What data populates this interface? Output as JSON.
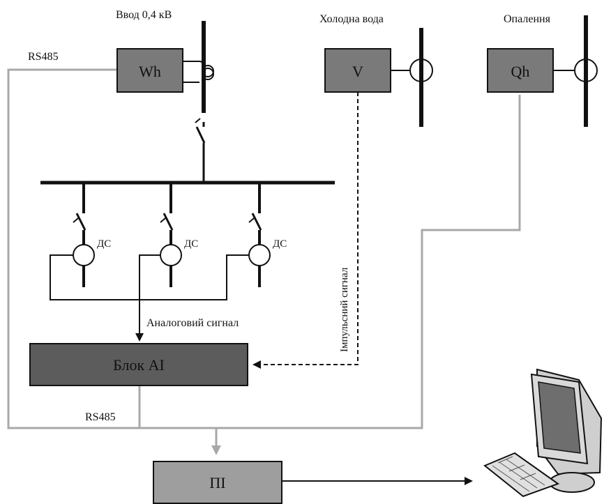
{
  "header": {
    "input_label": "Ввод 0,4 кВ",
    "cold_water_label": "Холодна вода",
    "heating_label": "Опалення"
  },
  "meters": {
    "electric": "Wh",
    "water": "V",
    "heat": "Qh"
  },
  "links": {
    "rs485_top": "RS485",
    "rs485_bottom": "RS485",
    "analog_signal": "Аналоговий сигнал",
    "pulse_signal": "Імпульсний сигнал"
  },
  "sensors": {
    "label": "ДС"
  },
  "blocks": {
    "ai_block": "Блок AI",
    "pi_block": "ПІ"
  },
  "colors": {
    "meter_box": "#7a7a7a",
    "ai_box": "#5c5c5c",
    "pi_box": "#9e9e9e",
    "bus_gray": "#a8a8a8",
    "line_black": "#111111"
  },
  "icons": {
    "computer": "computer-icon"
  }
}
